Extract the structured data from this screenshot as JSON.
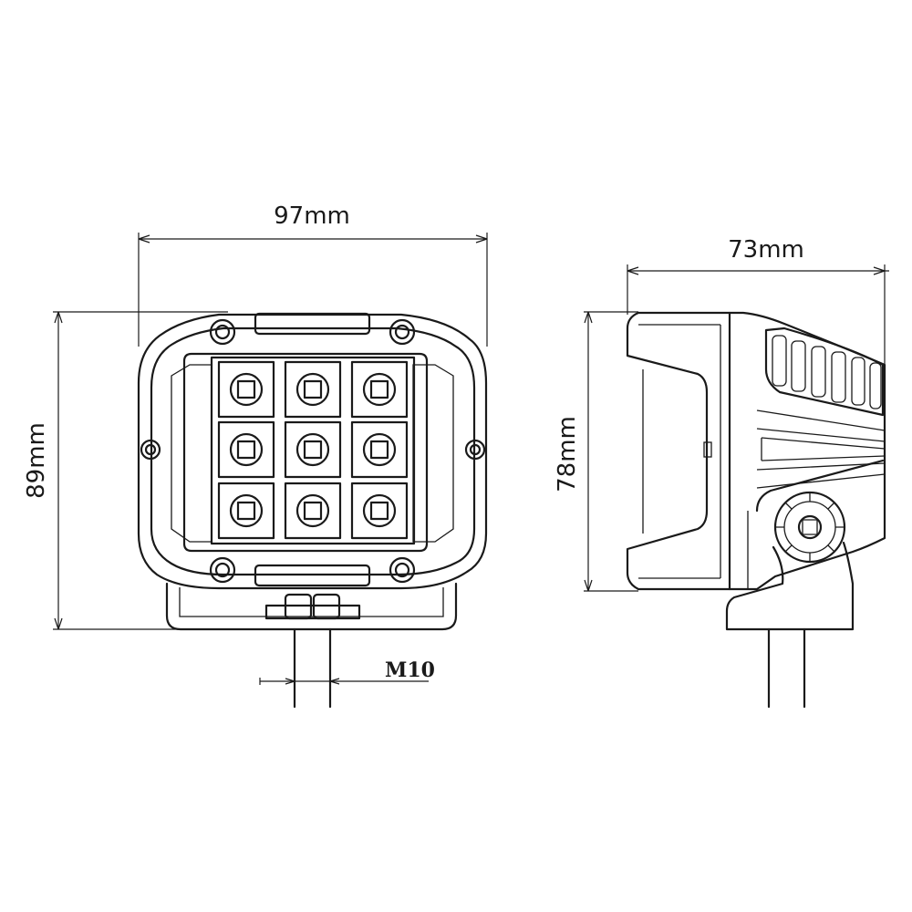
{
  "dimensions": {
    "front_width": "97mm",
    "front_height": "89mm",
    "side_depth": "73mm",
    "side_height": "78mm",
    "bolt_thread": "M10"
  },
  "led_grid": {
    "rows": 3,
    "cols": 3
  },
  "colors": {
    "line": "#1a1a1a",
    "background": "#ffffff"
  }
}
